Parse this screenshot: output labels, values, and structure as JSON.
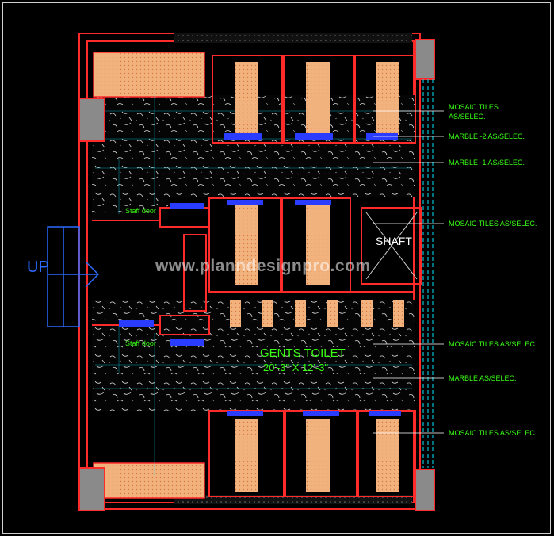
{
  "labels": {
    "up": "UP",
    "shaft": "SHAFT",
    "room_name": "GENTS TOILET",
    "room_size": "20'-3\" X 12'-3\"",
    "watermark": "www.planndesignpro.com",
    "stair_door_1": "Staff door",
    "stair_door_2": "Staff door"
  },
  "annotations": [
    "MOSAIC TILES AS/SELEC.",
    "MARBLE -2 AS/SELEC.",
    "MARBLE -1 AS/SELEC.",
    "MOSAIC TILES AS/SELEC.",
    "MOSAIC TILES AS/SELEC.",
    "MARBLE AS/SELEC.",
    "MOSAIC TILES AS/SELEC."
  ],
  "colors": {
    "background": "#000000",
    "wall": "#ff2a2a",
    "tile_fill": "#f2b27e",
    "label": "#39ff14",
    "dim": "#00e5ff",
    "door": "#2a3cff",
    "column": "#8a8a8a",
    "up_arrow": "#2b6bff",
    "text_white": "#ffffff"
  }
}
